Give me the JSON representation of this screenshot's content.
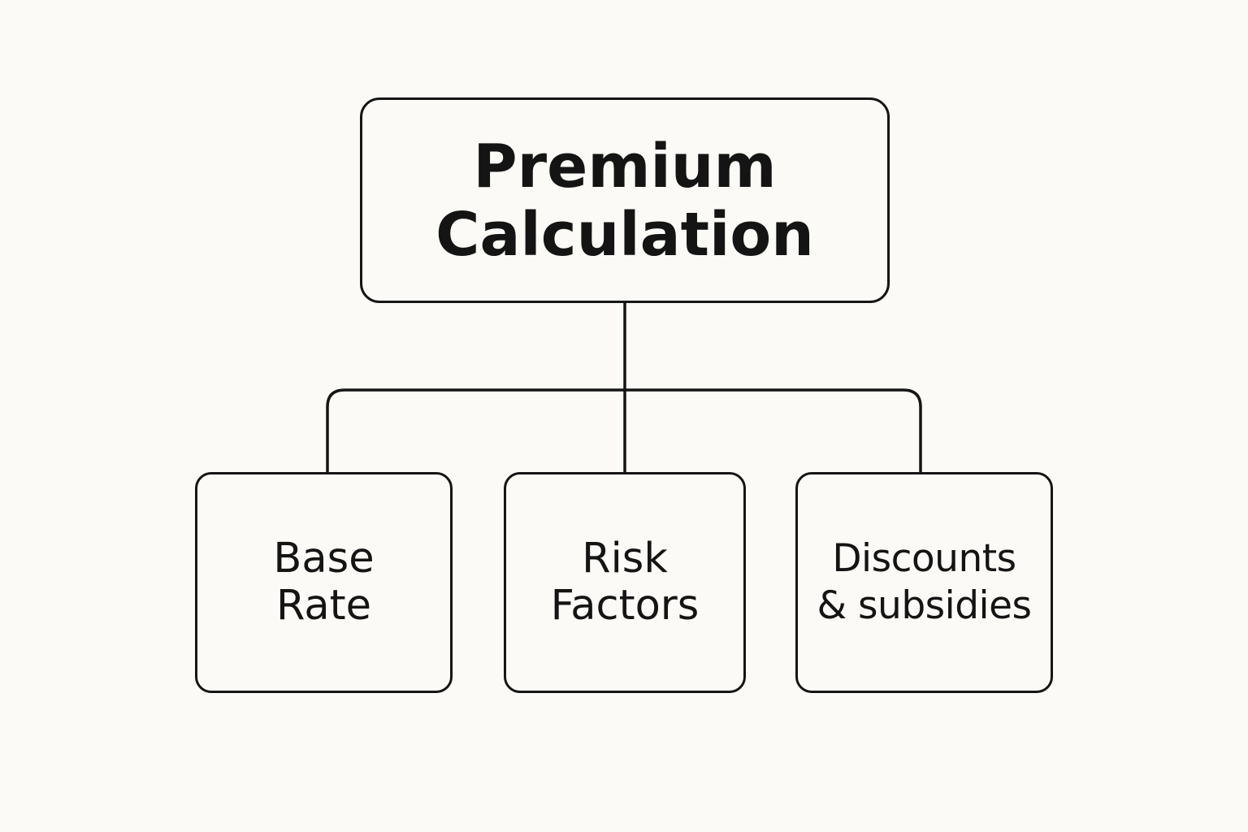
{
  "diagram": {
    "root": {
      "lines": [
        "Premium",
        "Calculation"
      ]
    },
    "children": [
      {
        "lines": [
          "Base",
          "Rate"
        ]
      },
      {
        "lines": [
          "Risk",
          "Factors"
        ]
      },
      {
        "lines": [
          "Discounts",
          "& subsidies"
        ]
      }
    ]
  },
  "colors": {
    "background": "#fbfaf6",
    "stroke": "#151515",
    "text": "#141414"
  }
}
